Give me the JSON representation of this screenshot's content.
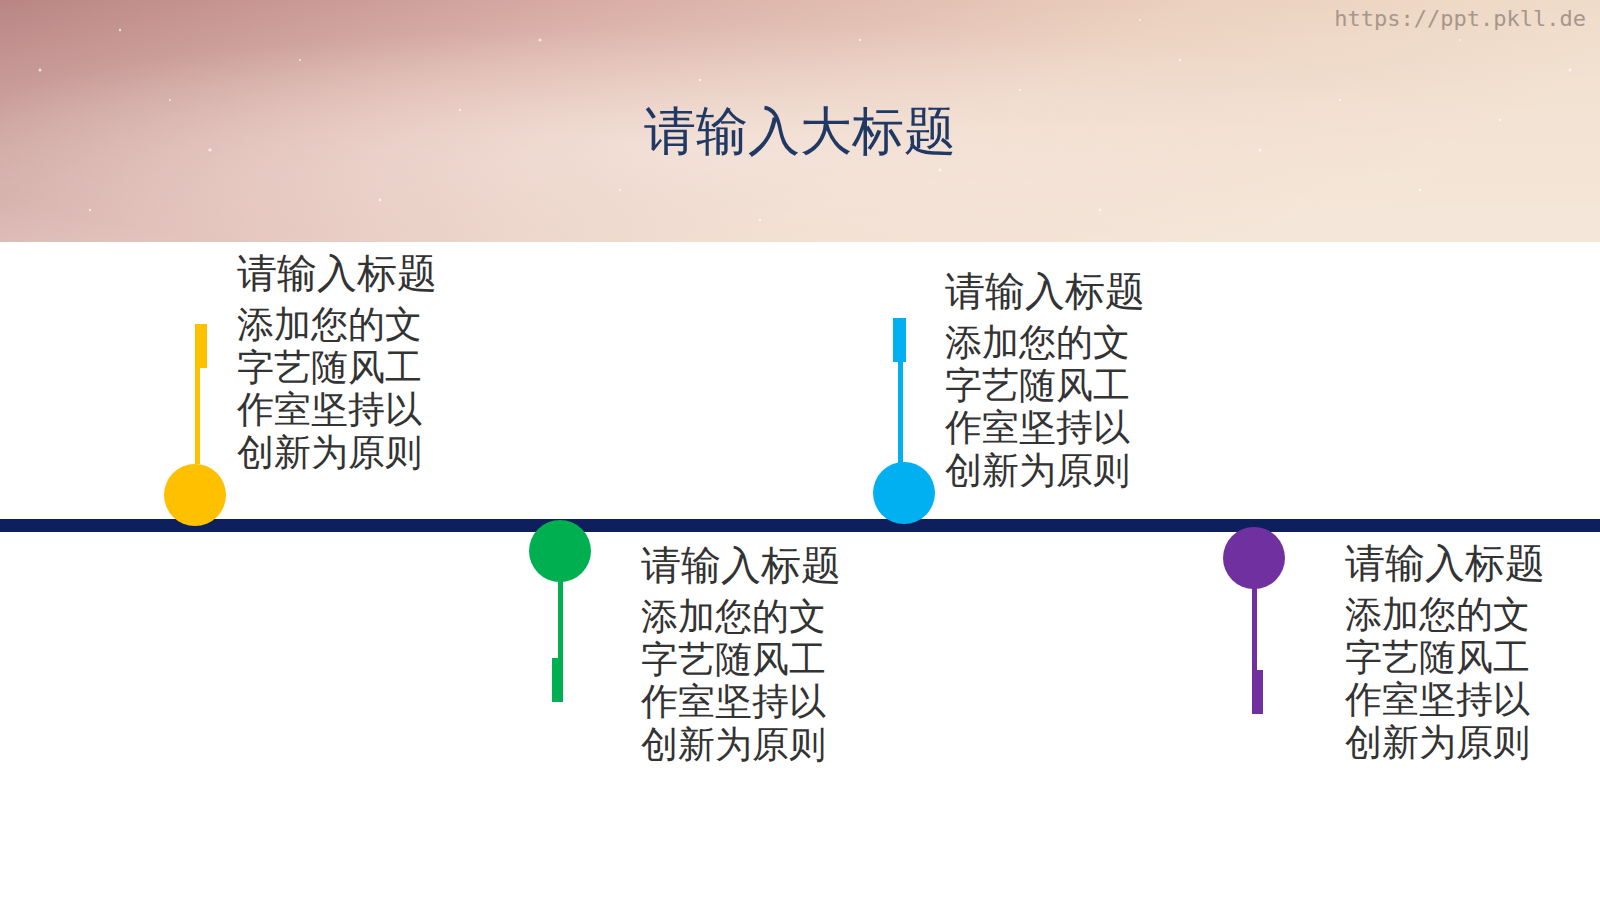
{
  "diagram": {
    "title": "请输入大标题",
    "nodes": [
      {
        "text": [
          "请输入标题",
          "添加您的文 字艺随风工 作室坚持以 创新为原则"
        ]
      },
      {
        "text": [
          "请输入标题",
          "添加您的文 字艺随风工 作室坚持以 创新为原则"
        ]
      },
      {
        "text": [
          "请输入标题",
          "添加您的文 字艺随风工 作室坚持以 创新为原则"
        ]
      },
      {
        "text": [
          "请输入标题",
          "添加您的文 字艺随风工 作室坚持以 创新为原则"
        ]
      }
    ],
    "labels": [
      "https://ppt.pkll.de"
    ]
  }
}
